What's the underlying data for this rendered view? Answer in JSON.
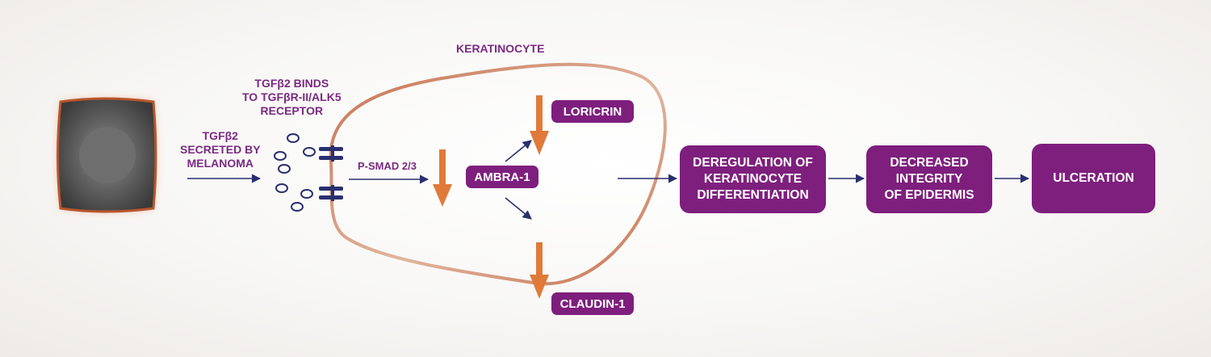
{
  "diagram": {
    "cell_label": "KERATINOCYTE",
    "secreted_label": "TGFβ2\nSECRETED BY\nMELANOMA",
    "binds_label": "TGFβ2 BINDS\nTO TGFβR-II/ALK5\nRECEPTOR",
    "psmad_label": "P-SMAD 2/3",
    "ambra_label": "AMBRA-1",
    "loricrin_label": "LORICRIN",
    "claudin_label": "CLAUDIN-1",
    "outcomes": [
      "DEREGULATION OF\nKERATINOCYTE\nDIFFERENTIATION",
      "DECREASED\nINTEGRITY\nOF EPIDERMIS",
      "ULCERATION"
    ],
    "colors": {
      "purple": "#7e1f7d",
      "label_purple": "#7a2a82",
      "orange": "#e07a3a",
      "navy": "#2a2f6e",
      "membrane": "#d08a6a"
    }
  }
}
